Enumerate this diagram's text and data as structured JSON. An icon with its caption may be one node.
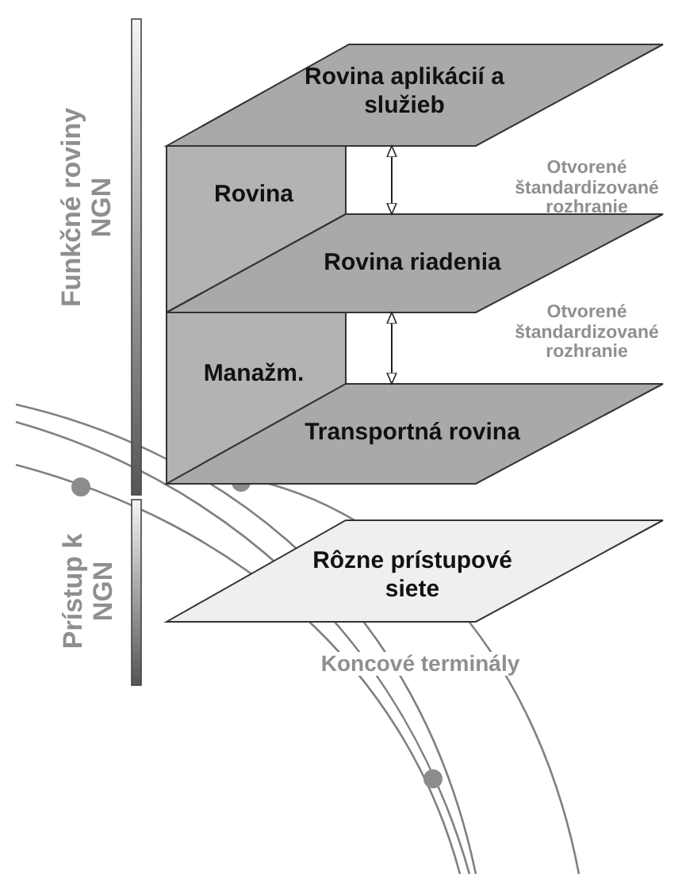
{
  "diagram": {
    "nodes": [
      {
        "text": [
          "Rovina aplikácií a služieb"
        ]
      },
      {
        "text": [
          "Rovina"
        ]
      },
      {
        "text": [
          "Rovina riadenia"
        ]
      },
      {
        "text": [
          "Manažm."
        ]
      },
      {
        "text": [
          "Transportná rovina"
        ]
      },
      {
        "text": [
          "Rôzne prístupové siete"
        ]
      }
    ],
    "edges": [
      {
        "from": 0,
        "to": 2,
        "arrow": "both"
      },
      {
        "from": 2,
        "to": 4,
        "arrow": "both"
      }
    ],
    "labels": [
      "Funkčné roviny NGN",
      "Otvorené štandardizované rozhranie",
      "Otvorené štandardizované rozhranie",
      "Prístup k NGN",
      "Koncové terminály"
    ]
  }
}
